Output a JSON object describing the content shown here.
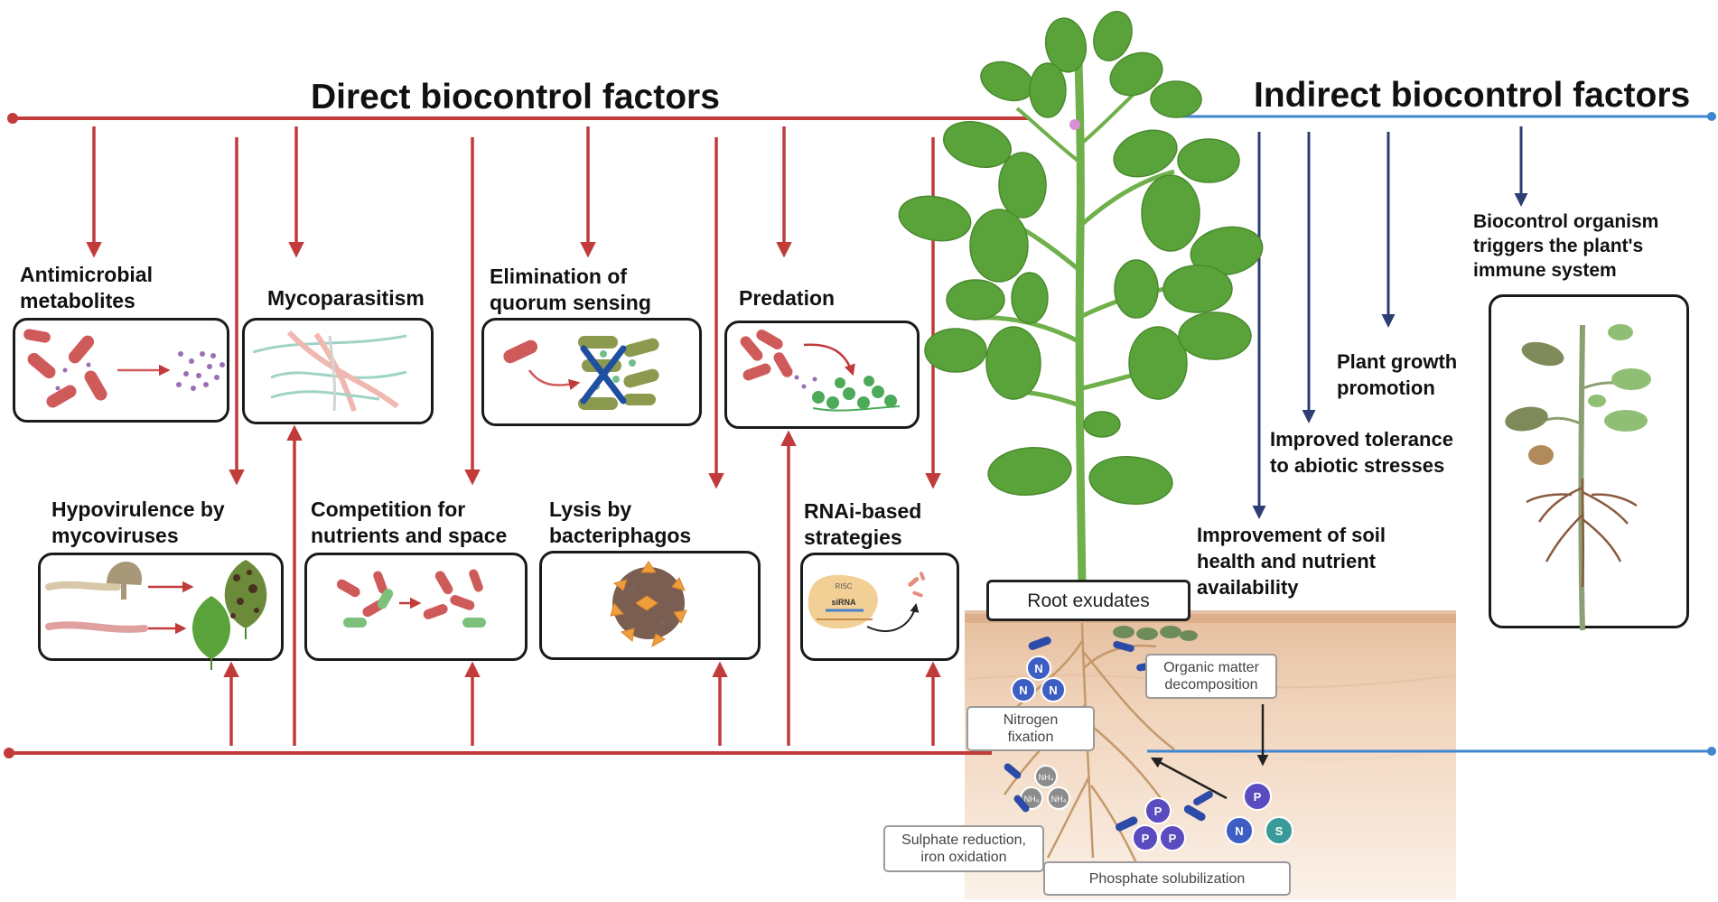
{
  "headings": {
    "direct": "Direct biocontrol factors",
    "indirect": "Indirect biocontrol factors"
  },
  "direct": {
    "antimicrobial": "Antimicrobial\nmetabolites",
    "mycoparasitism": "Mycoparasitism",
    "quorum": "Elimination of\nquorum sensing",
    "predation": "Predation",
    "hypovirulence": "Hypovirulence by\nmycoviruses",
    "competition": "Competition for\nnutrients and space",
    "lysis": "Lysis by\nbacteriphagos",
    "rnai": "RNAi-based\nstrategies"
  },
  "indirect": {
    "immune": "Biocontrol organism\ntriggers the plant's\nimmune system",
    "growth": "Plant growth\npromotion",
    "tolerance": "Improved tolerance\nto abiotic stresses",
    "soil": "Improvement of soil\nhealth and nutrient\navailability"
  },
  "soil_labels": {
    "root_exudates": "Root exudates",
    "organic_matter": "Organic matter\ndecomposition",
    "nitrogen_fixation": "Nitrogen\nfixation",
    "sulphate": "Sulphate reduction,\niron oxidation",
    "phosphate": "Phosphate solubilization"
  },
  "icon_text": {
    "risc": "RISC",
    "sirna": "siRNA",
    "n": "N",
    "p": "P",
    "s": "S",
    "nh4": "NH₄"
  },
  "colors": {
    "direct": "#c23b3b",
    "indirect_line": "#3f86cf",
    "indirect_arrow": "#2c3e73",
    "leaf": "#5aa33a",
    "bacteria_red": "#cf5a5a",
    "bacteria_green": "#7cc07a",
    "soil": "#f2d6bf"
  }
}
